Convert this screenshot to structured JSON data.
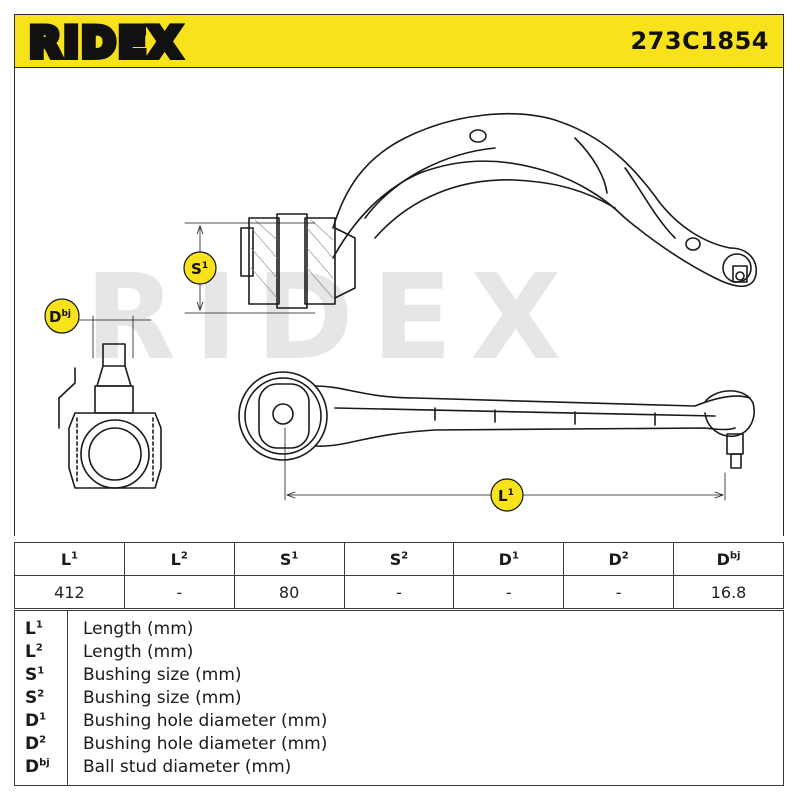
{
  "brand": "RIDEX",
  "part_number": "273C1854",
  "watermark": "RIDEX",
  "dimension_labels": {
    "s1_base": "S",
    "s1_sup": "1",
    "dbj_base": "D",
    "dbj_sup": "bj",
    "l1_base": "L",
    "l1_sup": "1"
  },
  "table": {
    "headers": [
      {
        "base": "L",
        "sup": "1"
      },
      {
        "base": "L",
        "sup": "2"
      },
      {
        "base": "S",
        "sup": "1"
      },
      {
        "base": "S",
        "sup": "2"
      },
      {
        "base": "D",
        "sup": "1"
      },
      {
        "base": "D",
        "sup": "2"
      },
      {
        "base": "D",
        "sup": "bj"
      }
    ],
    "values": [
      "412",
      "-",
      "80",
      "-",
      "-",
      "-",
      "16.8"
    ]
  },
  "legend": [
    {
      "base": "L",
      "sup": "1",
      "text": "Length (mm)"
    },
    {
      "base": "L",
      "sup": "2",
      "text": "Length (mm)"
    },
    {
      "base": "S",
      "sup": "1",
      "text": "Bushing size (mm)"
    },
    {
      "base": "S",
      "sup": "2",
      "text": "Bushing size (mm)"
    },
    {
      "base": "D",
      "sup": "1",
      "text": "Bushing hole diameter (mm)"
    },
    {
      "base": "D",
      "sup": "2",
      "text": "Bushing hole diameter (mm)"
    },
    {
      "base": "D",
      "sup": "bj",
      "text": "Ball stud diameter (mm)"
    }
  ],
  "colors": {
    "accent": "#f7e21b",
    "line": "#1a1a1a",
    "watermark": "#e6e6e6"
  }
}
